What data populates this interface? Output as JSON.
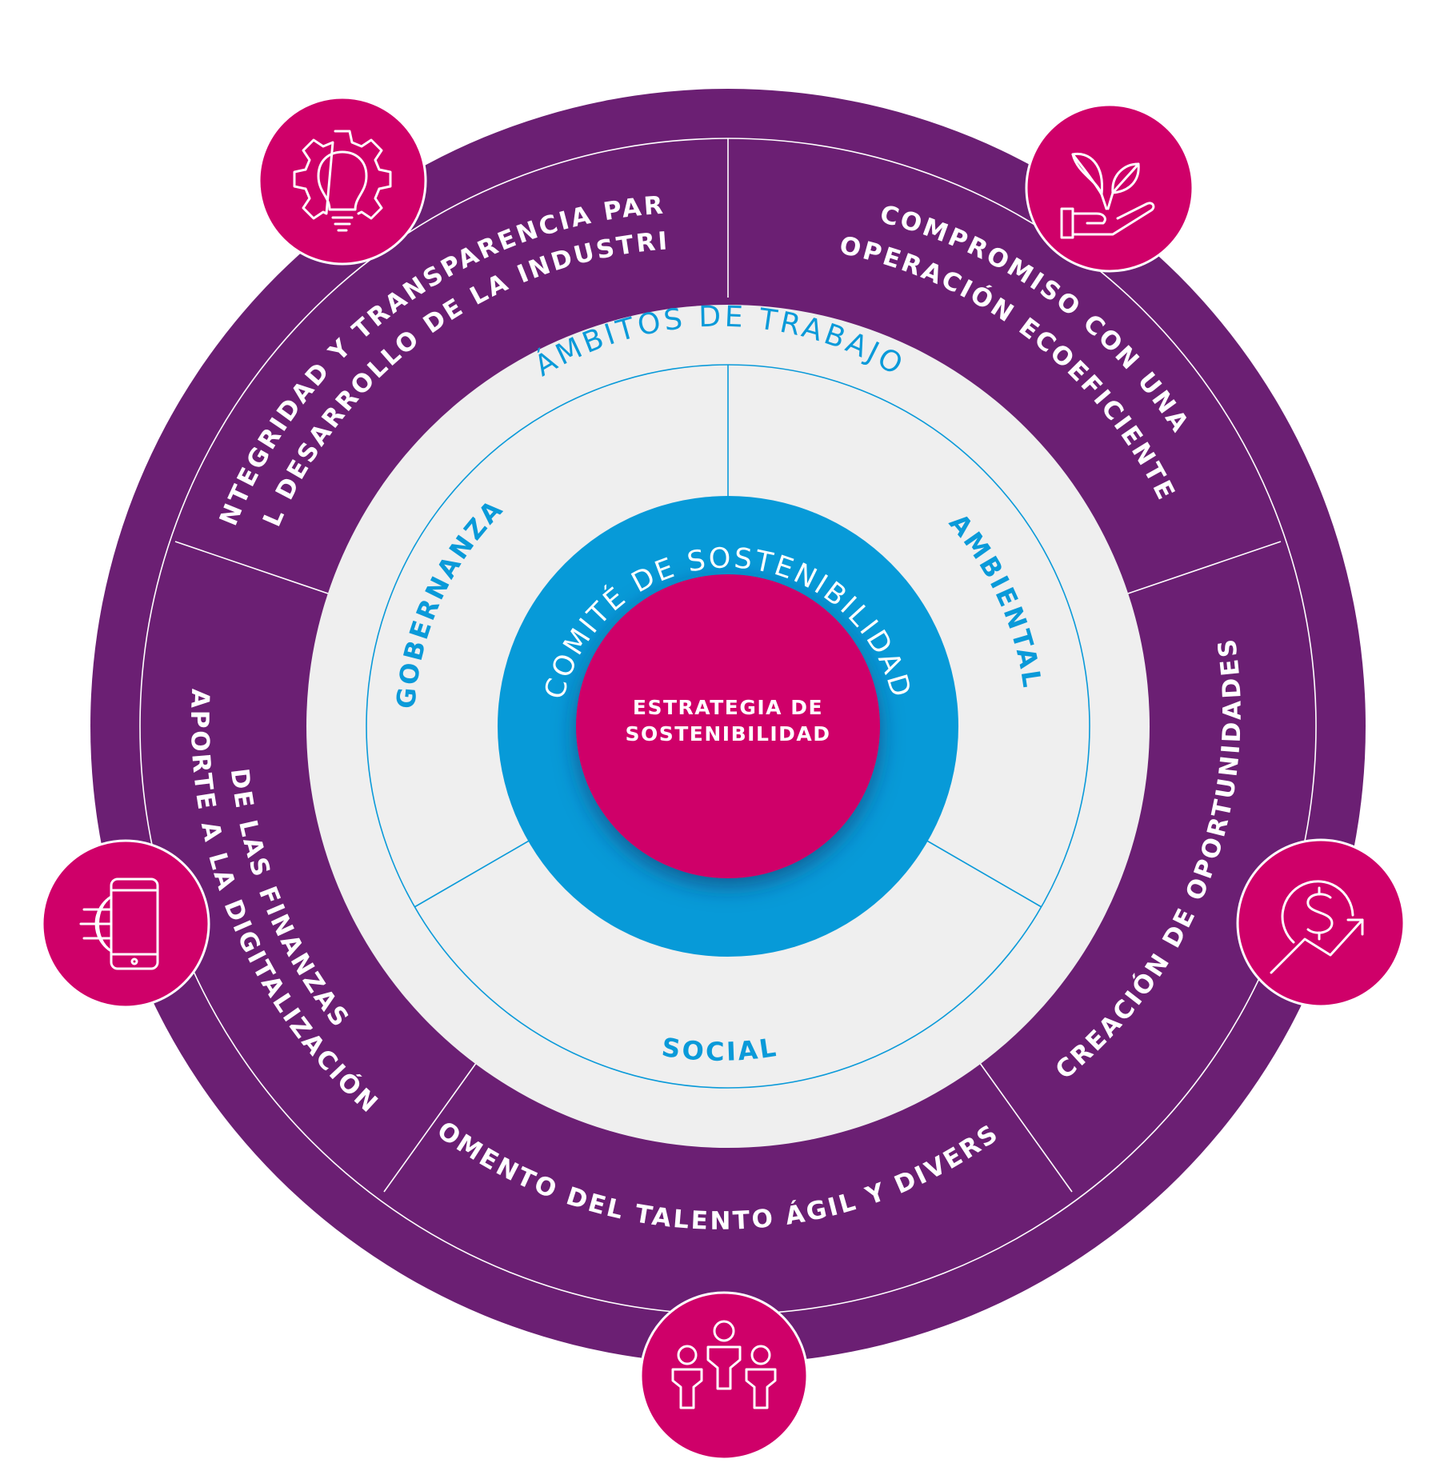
{
  "colors": {
    "outer_ring": "#6b1f73",
    "middle_ring": "#efefef",
    "inner_ring": "#079ad8",
    "core": "#cf0069",
    "badge": "#cf0069",
    "accent_text": "#0a9ad9"
  },
  "outer": {
    "title": "PILARES",
    "segments": [
      {
        "id": "integridad",
        "lines": [
          "INTEGRIDAD Y TRANSPARENCIA PARA",
          "EL DESARROLLO DE LA INDUSTRIA"
        ],
        "icon": "gear-lightbulb-icon"
      },
      {
        "id": "compromiso",
        "lines": [
          "COMPROMISO CON UNA",
          "OPERACIÓN ECOEFICIENTE"
        ],
        "icon": "hand-plant-icon"
      },
      {
        "id": "creacion",
        "lines": [
          "CREACIÓN DE OPORTUNIDADES"
        ],
        "icon": "dollar-growth-icon"
      },
      {
        "id": "fomento",
        "lines": [
          "FOMENTO DEL TALENTO ÁGIL Y DIVERSO"
        ],
        "icon": "people-group-icon"
      },
      {
        "id": "aporte",
        "lines": [
          "APORTE A LA DIGITALIZACIÓN",
          "DE LAS FINANZAS"
        ],
        "icon": "phone-globe-icon"
      }
    ]
  },
  "middle": {
    "title": "ÁMBITOS DE TRABAJO",
    "segments": [
      {
        "id": "gobernanza",
        "label": "GOBERNANZA"
      },
      {
        "id": "ambiental",
        "label": "AMBIENTAL"
      },
      {
        "id": "social",
        "label": "SOCIAL"
      }
    ]
  },
  "inner": {
    "title": "COMITÉ DE SOSTENIBILIDAD"
  },
  "core": {
    "lines": [
      "ESTRATEGIA DE",
      "SOSTENIBILIDAD"
    ]
  }
}
